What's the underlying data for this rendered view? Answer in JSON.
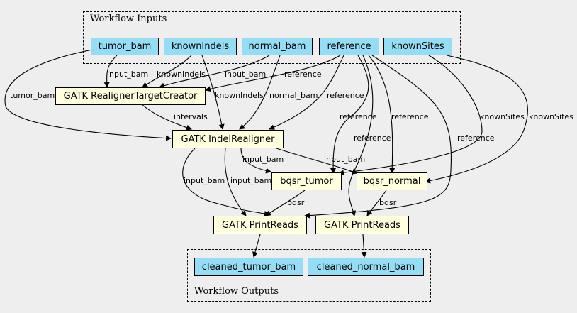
{
  "clusters": {
    "inputs": "Workflow Inputs",
    "outputs": "Workflow Outputs"
  },
  "inputs": {
    "tumor_bam": "tumor_bam",
    "knownIndels": "knownIndels",
    "normal_bam": "normal_bam",
    "reference": "reference",
    "knownSites": "knownSites"
  },
  "steps": {
    "realigner_target_creator": "GATK RealignerTargetCreator",
    "indel_realigner": "GATK IndelRealigner",
    "bqsr_tumor": "bqsr_tumor",
    "bqsr_normal": "bqsr_normal",
    "print_reads_tumor": "GATK PrintReads",
    "print_reads_normal": "GATK PrintReads"
  },
  "outputs": {
    "cleaned_tumor_bam": "cleaned_tumor_bam",
    "cleaned_normal_bam": "cleaned_normal_bam"
  },
  "edge_labels": {
    "tumor_bam_to_rtc": "input_bam",
    "knownIndels_to_rtc": "knownIndels",
    "normal_bam_to_rtc": "input_bam",
    "reference_to_rtc": "reference",
    "tumor_bam_to_ir": "tumor_bam",
    "knownIndels_to_ir": "knownIndels",
    "normal_bam_to_ir": "normal_bam",
    "reference_to_ir": "reference",
    "rtc_to_ir": "intervals",
    "reference_to_bqsr_tumor": "reference",
    "reference_to_bqsr_normal": "reference",
    "reference_to_pr_normal": "reference",
    "reference_to_pr_tumor": "reference",
    "knownSites_to_bqsr_tumor": "knownSites",
    "knownSites_to_bqsr_normal": "knownSites",
    "ir_to_bqsr_tumor": "input_bam",
    "ir_to_bqsr_normal": "input_bam",
    "ir_to_pr_normal": "input_bam",
    "ir_to_pr_tumor": "input_bam",
    "bqsr_tumor_to_pr": "bqsr",
    "bqsr_normal_to_pr": "bqsr"
  },
  "colors": {
    "io_fill": "#94ddf4",
    "step_fill": "#ffffdd",
    "background": "#eeeeee"
  }
}
